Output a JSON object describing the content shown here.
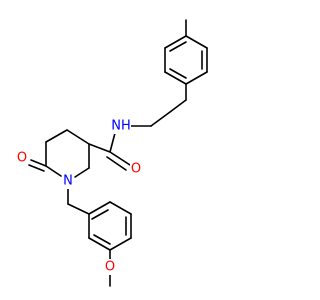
{
  "molecule": {
    "atoms": [
      {
        "id": "N_amide",
        "symbol": "N",
        "sub": "H",
        "color": "#0000ff"
      },
      {
        "id": "O_amide",
        "symbol": "O",
        "sub": "",
        "color": "#ff0000"
      },
      {
        "id": "N_ring",
        "symbol": "N",
        "sub": "",
        "color": "#0000ff"
      },
      {
        "id": "O_lactam",
        "symbol": "O",
        "sub": "",
        "color": "#ff0000"
      },
      {
        "id": "O_ether",
        "symbol": "O",
        "sub": "",
        "color": "#ff0000"
      }
    ],
    "colors": {
      "bond": "#000000",
      "nitrogen": "#0000ff",
      "oxygen": "#ff0000",
      "background": "#ffffff"
    }
  }
}
